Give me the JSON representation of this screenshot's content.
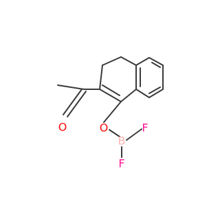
{
  "atoms": {
    "carbonyl_oxygen": {
      "label": "O",
      "color": "#ff0d0d"
    },
    "ether_oxygen": {
      "label": "O",
      "color": "#ff0d0d"
    },
    "boron": {
      "label": "B",
      "color": "#ffb5b5"
    },
    "fluorine_1": {
      "label": "F",
      "color": "#ff1493"
    },
    "fluorine_2": {
      "label": "F",
      "color": "#ff1493"
    }
  },
  "bond_color": "#3a3a3a"
}
